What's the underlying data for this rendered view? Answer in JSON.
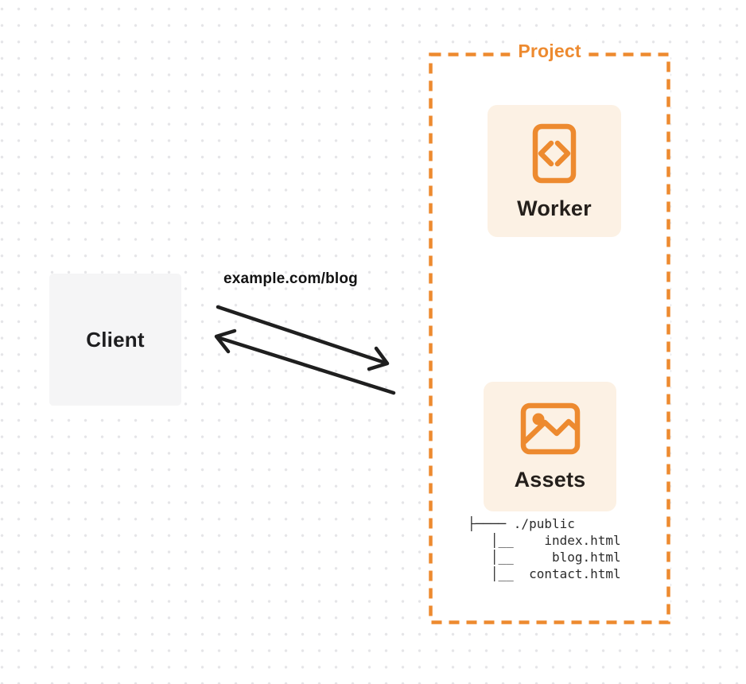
{
  "diagram": {
    "client": {
      "label": "Client"
    },
    "request_label": "example.com/blog",
    "project": {
      "title": "Project",
      "worker": {
        "label": "Worker",
        "icon": "code-file-icon"
      },
      "assets": {
        "label": "Assets",
        "icon": "image-icon",
        "file_tree": [
          "├──── ./public",
          "   │__    index.html",
          "   │__     blog.html",
          "   │__  contact.html"
        ]
      }
    }
  },
  "colors": {
    "accent_orange": "#ed8a2f",
    "card_background": "#fcf1e4",
    "client_background": "#f5f5f6",
    "arrow_black": "#1f1f1f",
    "dot_grid": "#e5e5e8",
    "text_dark": "#241f1b"
  }
}
